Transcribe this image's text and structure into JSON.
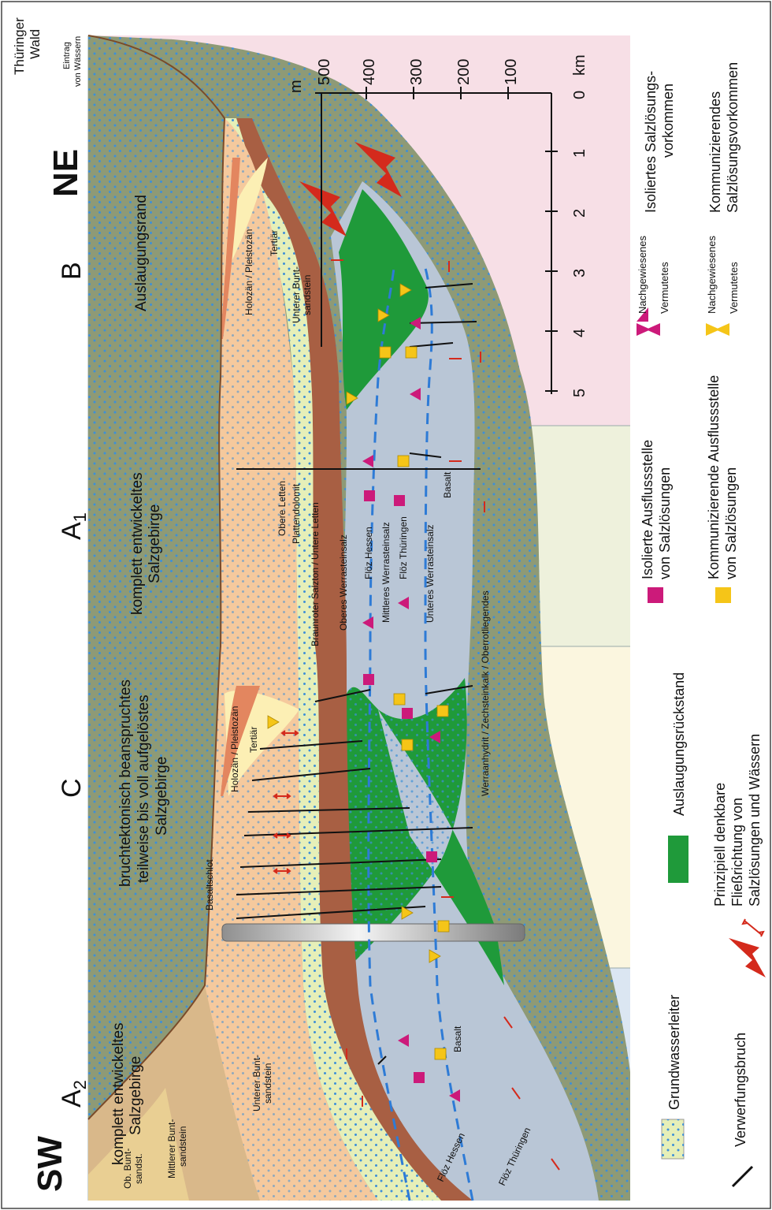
{
  "direction": {
    "sw": "SW",
    "ne": "NE"
  },
  "zones": {
    "a2": {
      "label": "A",
      "sub": "2",
      "caption": [
        "komplett entwickeltes",
        "Salzgebirge"
      ]
    },
    "c": {
      "label": "C",
      "caption": [
        "bruchtektonisch beanspruchtes",
        "teilweise bis voll aufgelöstes",
        "Salzgebirge"
      ]
    },
    "a1": {
      "label": "A",
      "sub": "1",
      "caption": [
        "komplett entwickeltes",
        "Salzgebirge"
      ]
    },
    "b": {
      "label": "B",
      "caption": [
        "Auslaugungsrand"
      ]
    }
  },
  "top_labels": {
    "wald": [
      "Thüringer",
      "Wald"
    ],
    "eintrag": [
      "Eintrag",
      "von Wässern"
    ]
  },
  "layers": {
    "ob_bunt": [
      "Ob. Bunt-",
      "sandst."
    ],
    "mittlerer_bunt": [
      "Mittlerer Bunt-",
      "sandstein"
    ],
    "unterer_bunt": [
      "Unterer Bunt-",
      "sandstein"
    ],
    "holozaen": "Holozän / Pleistozän",
    "tertiaer": "Tertiär",
    "basaltschlot": "Basaltschlot",
    "basalt": "Basalt",
    "obere_letten": "Obere Letten",
    "plattendolomit": "Plattendolomit",
    "braunroter": "Braunroter Salzton / Untere Letten",
    "oberes_werra": "Oberes Werrasteinsalz",
    "floez_hessen": "Flöz Hessen",
    "mittleres_werra": "Mittleres Werrasteinsalz",
    "floez_thueringen": "Flöz Thüringen",
    "unteres_werra": "Unteres  Werrasteinsalz",
    "werraanhydrit": "Werraanhydrit / Zechsteinkalk / Oberrotliegendes"
  },
  "legend": {
    "verwerfung": "Verwerfungsbruch",
    "grundwasser": "Grundwasserleiter",
    "fliess": [
      "Prinzipiell denkbare",
      "Fließrichtung von",
      "Salzlösungen und Wässern"
    ],
    "auslaugung": "Auslaugungsrückstand",
    "isol_ausfluss": [
      "Isolierte Ausflussstelle",
      "von Salzlösungen"
    ],
    "komm_ausfluss": [
      "Kommunizierende Ausflussstelle",
      "von Salzlösungen"
    ],
    "nachgewiesen": "Nachgewiesenes",
    "vermutet": "Vermutetes",
    "isol_vorkommen": [
      "Isoliertes Salzlösungs-",
      "vorkommen"
    ],
    "komm_vorkommen": [
      "Kommunizierendes",
      "Salzlösungsvorkommen"
    ]
  },
  "scale": {
    "unit_m": "m",
    "m_ticks": [
      "500",
      "400",
      "300",
      "200",
      "100"
    ],
    "km_ticks": [
      "0",
      "1",
      "2",
      "3",
      "4",
      "5"
    ],
    "unit_km": "km"
  },
  "colors": {
    "zone_a2": "#dbe6f2",
    "zone_c": "#fbf6df",
    "zone_a1": "#eef1dc",
    "zone_b": "#f7dfe6",
    "sandstone": "#f5c99d",
    "mid_sandstone": "#d9b88a",
    "tertiary": "#fcefb4",
    "holocene": "#e3865f",
    "aquifer": "#e6efb8",
    "letten": "#a85f43",
    "salt": "#b9c6d6",
    "residue": "#1f9a3a",
    "basement": "#8e9a76",
    "isol_marker": "#cc1a7a",
    "komm_marker": "#f5c518",
    "arrow_red": "#d42a1c",
    "floez_line": "#2e7bd6"
  }
}
